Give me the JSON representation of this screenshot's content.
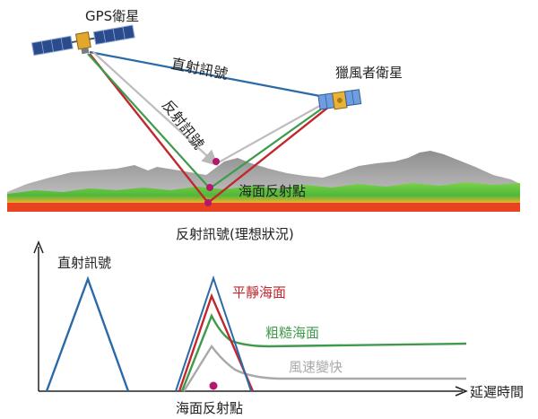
{
  "labels": {
    "gps_satellite": "GPS衛星",
    "direct_signal": "直射訊號",
    "reflected_signal": "反射訊號",
    "hurricane_satellite": "獵風者衛星",
    "sea_reflection_point_top": "海面反射點",
    "ideal_reflection_title": "反射訊號(理想狀況)",
    "direct_signal_graph": "直射訊號",
    "calm_sea": "平靜海面",
    "rough_sea": "粗糙海面",
    "wind_faster": "風速變快",
    "delay_time": "延遲時間",
    "sea_reflection_point_bottom": "海面反射點"
  },
  "colors": {
    "direct": "#2b6aa8",
    "calm": "#c0282e",
    "rough": "#3f9a4c",
    "wind": "#a9a9a9",
    "point": "#b5176f",
    "ocean_red": "#e8421e",
    "ocean_green": "#5cc03a",
    "mountain": "#a7a7a7"
  },
  "icons": {
    "gps": "gps-satellite-icon",
    "cygnss": "cygnss-satellite-icon"
  }
}
